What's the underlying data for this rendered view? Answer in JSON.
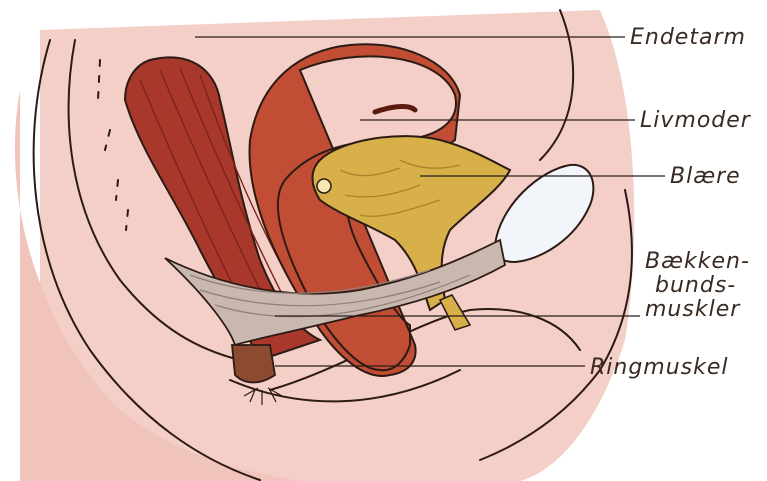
{
  "diagram": {
    "labels": {
      "rectum": "Endetarm",
      "uterus": "Livmoder",
      "bladder": "Blære",
      "pelvic_floor_line1": "Bækken-",
      "pelvic_floor_line2": "bunds-",
      "pelvic_floor_line3": "muskler",
      "sphincter": "Ringmuskel"
    },
    "colors": {
      "skin": "#f4cfc8",
      "skin_dark": "#e8b1a8",
      "rectum_muscle": "#a8382b",
      "uterus": "#c24d35",
      "bladder": "#d7b04a",
      "pelvic_floor": "#c9b8b0",
      "tampon": "#f2f6fb",
      "sphincter": "#8c4a30"
    }
  }
}
